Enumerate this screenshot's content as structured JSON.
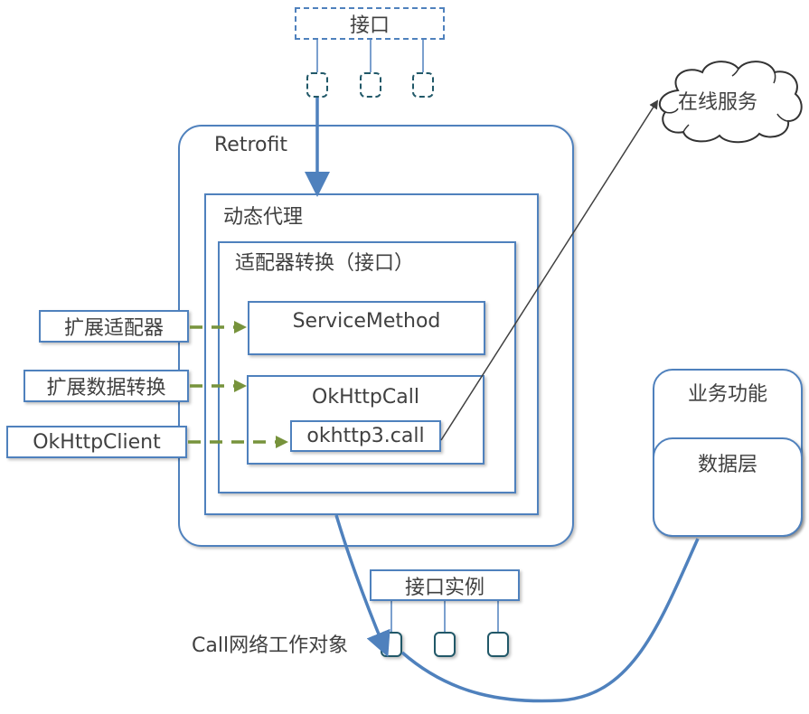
{
  "interface_top": {
    "label": "接口"
  },
  "cloud": {
    "label": "在线服务"
  },
  "retrofit": {
    "label": "Retrofit",
    "dynamic_proxy": {
      "label": "动态代理",
      "adapter_conversion": {
        "label": "适配器转换（接口）",
        "service_method": "ServiceMethod",
        "okhttp_call": {
          "label": "OkHttpCall",
          "okhttp3_call": "okhttp3.call"
        }
      }
    }
  },
  "extensions": [
    {
      "label": "扩展适配器"
    },
    {
      "label": "扩展数据转换"
    },
    {
      "label": "OkHttpClient"
    }
  ],
  "business": {
    "label": "业务功能",
    "data_layer": "数据层"
  },
  "interface_instance": {
    "label": "接口实例"
  },
  "call_object": {
    "label": "Call网络工作对象"
  },
  "colors": {
    "box_border": "#4f81bd",
    "dashed_arrow": "#77933c",
    "slot_border": "#215868",
    "text": "#404040",
    "arrow_dark": "#404040"
  }
}
